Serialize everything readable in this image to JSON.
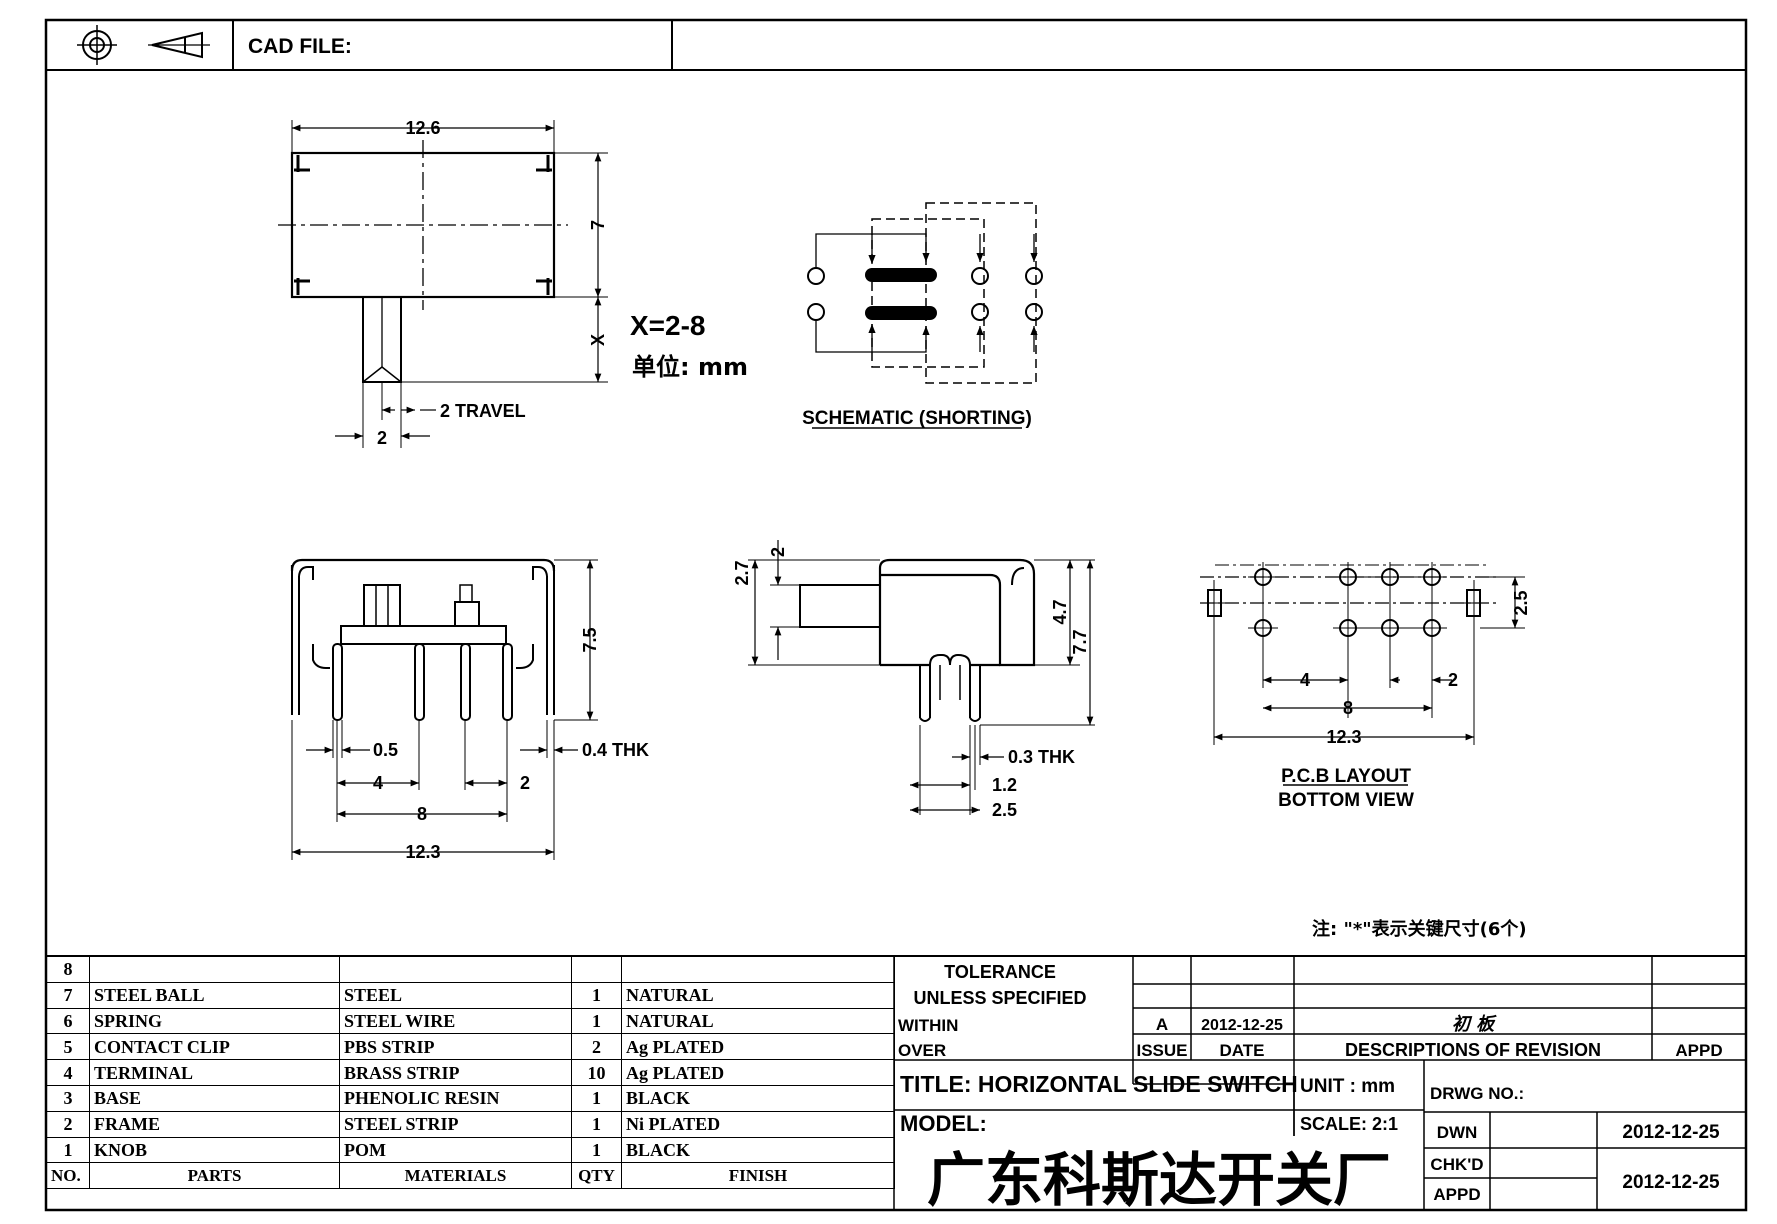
{
  "header": {
    "cad_file_label": "CAD FILE:",
    "projection_icon": "third-angle-projection-icon"
  },
  "top_view": {
    "width_dim": "12.6",
    "height_dim": "7",
    "lever_dim": "X",
    "x_range": "X=2-8",
    "unit_label": "单位: mm",
    "travel_label": "2 TRAVEL",
    "travel_dim": "2"
  },
  "schematic": {
    "caption": "SCHEMATIC (SHORTING)"
  },
  "front_view": {
    "pitch_small": "0.5",
    "pitch_4": "4",
    "pitch_2": "2",
    "span_8": "8",
    "overall": "12.3",
    "height": "7.5",
    "thickness": "0.4 THK"
  },
  "side_view": {
    "d_2_7": "2.7",
    "d_2": "2",
    "d_4_7": "4.7",
    "d_7_7": "7.7",
    "thk": "0.3 THK",
    "d_1_2": "1.2",
    "d_2_5": "2.5"
  },
  "pcb": {
    "d_4": "4",
    "d_2": "2",
    "d_8": "8",
    "d_12_3": "12.3",
    "d_2_5": "2.5",
    "caption1": "P.C.B LAYOUT",
    "caption2": "BOTTOM VIEW"
  },
  "note": "注: \"*\"表示关键尺寸(6个)",
  "bom": {
    "rows": [
      {
        "no": "8",
        "part": "",
        "material": "",
        "qty": "",
        "finish": ""
      },
      {
        "no": "7",
        "part": "STEEL BALL",
        "material": "STEEL",
        "qty": "1",
        "finish": "NATURAL"
      },
      {
        "no": "6",
        "part": "SPRING",
        "material": "STEEL WIRE",
        "qty": "1",
        "finish": "NATURAL"
      },
      {
        "no": "5",
        "part": "CONTACT CLIP",
        "material": "PBS STRIP",
        "qty": "2",
        "finish": "Ag PLATED"
      },
      {
        "no": "4",
        "part": "TERMINAL",
        "material": "BRASS STRIP",
        "qty": "10",
        "finish": "Ag PLATED"
      },
      {
        "no": "3",
        "part": "BASE",
        "material": "PHENOLIC RESIN",
        "qty": "1",
        "finish": "BLACK"
      },
      {
        "no": "2",
        "part": "FRAME",
        "material": "STEEL STRIP",
        "qty": "1",
        "finish": "Ni PLATED"
      },
      {
        "no": "1",
        "part": "KNOB",
        "material": "POM",
        "qty": "1",
        "finish": "BLACK"
      }
    ],
    "headers": {
      "no": "NO.",
      "part": "PARTS",
      "material": "MATERIALS",
      "qty": "QTY",
      "finish": "FINISH"
    }
  },
  "title_block": {
    "tolerance1": "TOLERANCE",
    "tolerance2": "UNLESS SPECIFIED",
    "within": "WITHIN",
    "over": "OVER",
    "issue_letter": "A",
    "issue_date": "2012-12-25",
    "issue_label": "ISSUE",
    "date_label": "DATE",
    "revision_text": "初 板",
    "desc_label": "DESCRIPTIONS OF REVISION",
    "appd_label": "APPD",
    "title": "TITLE: HORIZONTAL SLIDE SWITCH",
    "unit": "UNIT : mm",
    "drwg_no": "DRWG NO.:",
    "model": "MODEL:",
    "scale": "SCALE: 2:1",
    "dwn": "DWN",
    "dwn_date": "2012-12-25",
    "chkd": "CHK'D",
    "appd": "APPD",
    "chk_date": "2012-12-25",
    "company": "广东科斯达开关厂"
  }
}
